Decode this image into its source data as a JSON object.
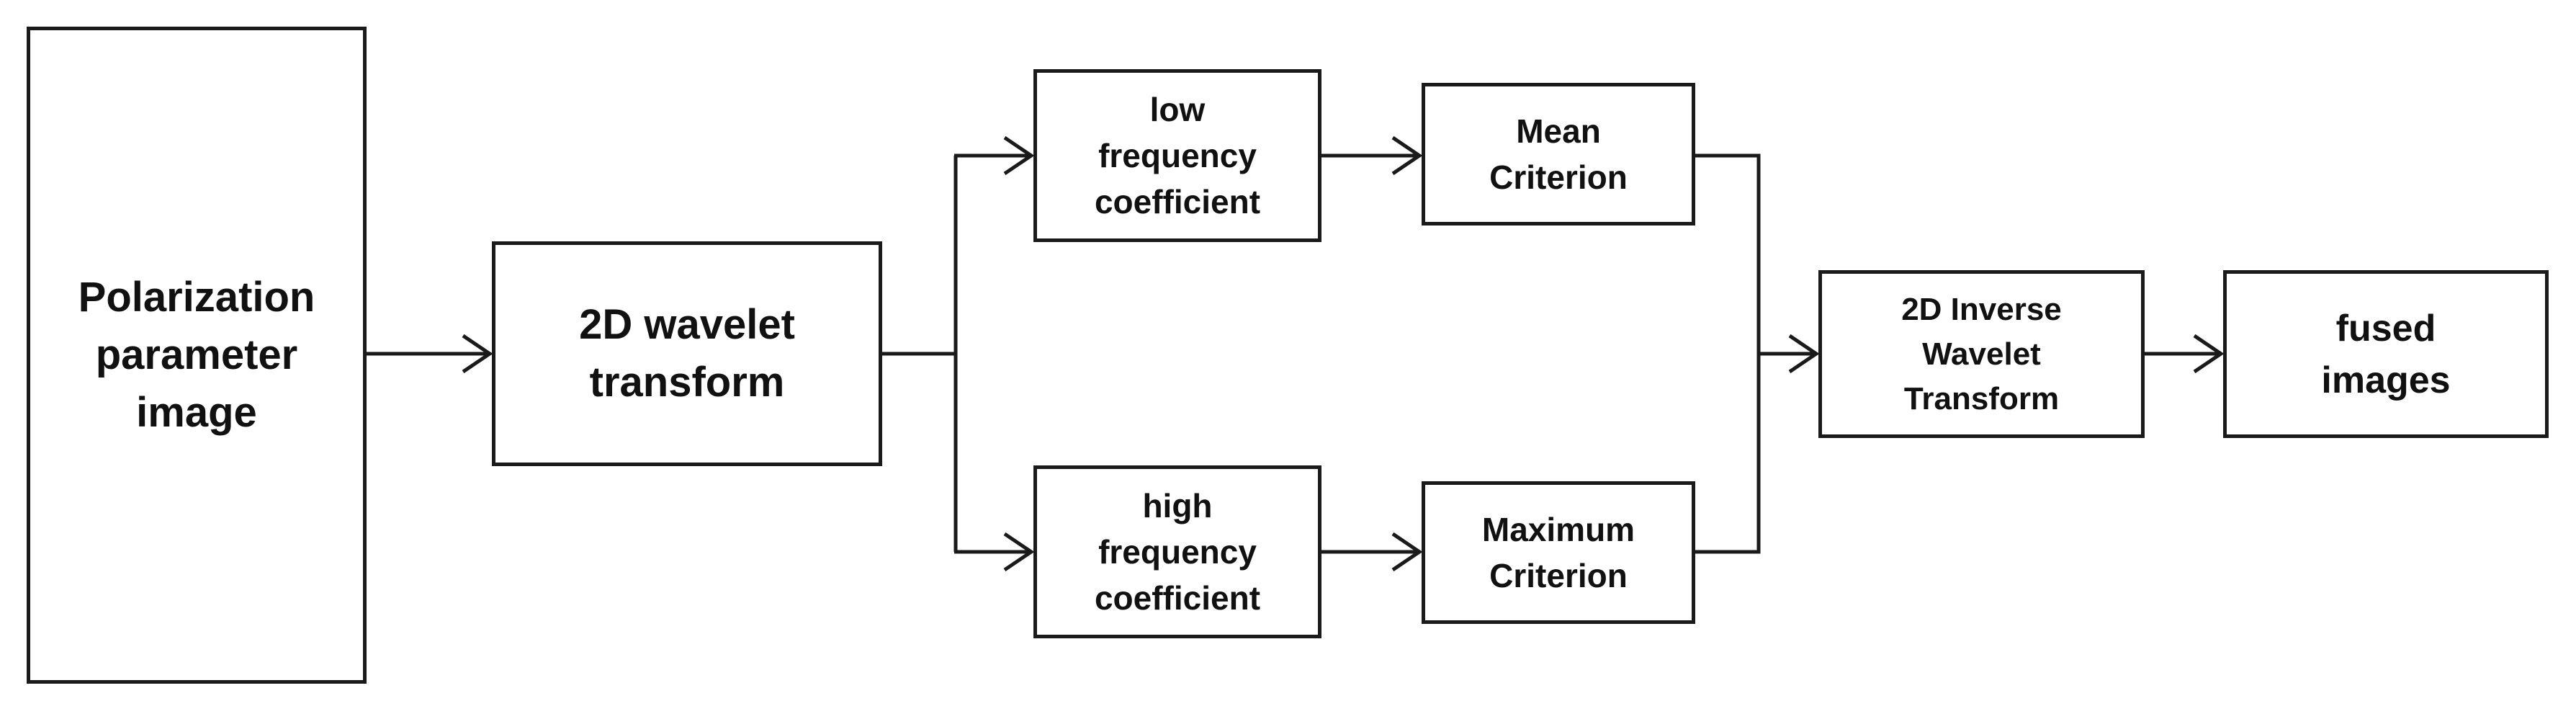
{
  "nodes": {
    "polarization": {
      "label": "Polarization\nparameter\nimage"
    },
    "wavelet": {
      "label": "2D wavelet\ntransform"
    },
    "low_freq": {
      "label": "low\nfrequency\ncoefficient"
    },
    "high_freq": {
      "label": "high\nfrequency\ncoefficient"
    },
    "mean": {
      "label": "Mean\nCriterion"
    },
    "maximum": {
      "label": "Maximum\nCriterion"
    },
    "inverse": {
      "label": "2D Inverse\nWavelet\nTransform"
    },
    "fused": {
      "label": "fused\nimages"
    }
  },
  "edges": [
    {
      "from": "polarization",
      "to": "wavelet"
    },
    {
      "from": "wavelet",
      "to": "low_freq"
    },
    {
      "from": "wavelet",
      "to": "high_freq"
    },
    {
      "from": "low_freq",
      "to": "mean"
    },
    {
      "from": "high_freq",
      "to": "maximum"
    },
    {
      "from": "mean",
      "to": "inverse"
    },
    {
      "from": "maximum",
      "to": "inverse"
    },
    {
      "from": "inverse",
      "to": "fused"
    }
  ],
  "colors": {
    "stroke": "#1a1a1a",
    "background": "#ffffff",
    "text": "#111111"
  }
}
